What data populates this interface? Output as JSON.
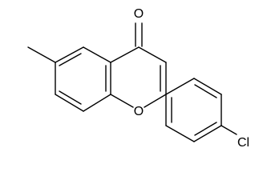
{
  "molecule": {
    "atoms": {
      "carbonyl_oxygen": "O",
      "ring_oxygen": "O",
      "chlorine": "Cl"
    },
    "colors": {
      "bond": "#000000",
      "label": "#000000",
      "background": "#ffffff"
    }
  }
}
